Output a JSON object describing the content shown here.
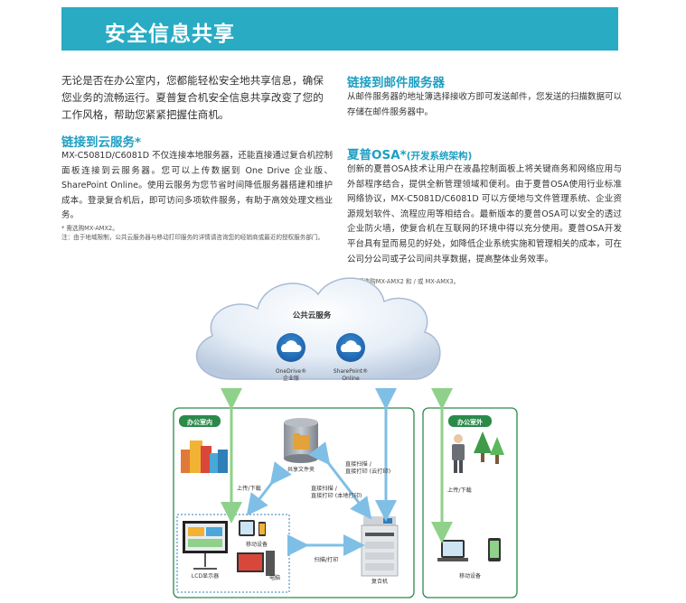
{
  "header": {
    "title": "安全信息共享"
  },
  "intro": {
    "text": "无论是否在办公室内，您都能轻松安全地共享信息，确保您业务的流畅运行。夏普复合机安全信息共享改变了您的工作风格，帮助您紧紧把握住商机。"
  },
  "cloud_section": {
    "title": "链接到云服务*",
    "body": "MX-C5081D/C6081D 不仅连接本地服务器，还能直接通过复合机控制面板连接到云服务器。您可以上传数据到 One Drive 企业版、SharePoint Online。使用云服务为您节省时间降低服务器搭建和维护成本。登录复合机后，即可访问多项软件服务，有助于高效处理文档业务。",
    "note1": "* 需选购MX-AMX2。",
    "note2": "注：由于地域限制，公共云服务器与移动打印服务的详情请咨询您的经销商或最近的授权服务部门。"
  },
  "mail_section": {
    "title": "链接到邮件服务器",
    "body": "从邮件服务器的地址簿选择接收方即可发送邮件，您发送的扫描数据可以存储在邮件服务器中。"
  },
  "osa_section": {
    "title": "夏普OSA*",
    "subtitle": "(开发系统架构)",
    "body": "创新的夏普OSA技术让用户在液晶控制面板上将关键商务和网络应用与外部程序结合，提供全新管理领域和便利。由于夏普OSA使用行业标准网络协议，MX-C5081D/C6081D 可以方便地与文件管理系统、企业资源规划软件、流程应用等相结合。最新版本的夏普OSA可以安全的透过企业防火墙，使复合机在互联网的环境中得以充分使用。夏普OSA开发平台具有显而易见的好处，如降低企业系统实施和管理相关的成本，可在公司分公司或子公司间共享数据，提高整体业务效率。",
    "note": "* 需要选购MX-AMX2 和 / 或 MX-AMX3。"
  },
  "diagram": {
    "cloud_label": "公共云服务",
    "onedrive_label_1": "OneDrive®",
    "onedrive_label_2": "企业版",
    "sharepoint_label_1": "SharePoint®",
    "sharepoint_label_2": "Online",
    "office_in_label": "办公室内",
    "office_out_label": "办公室外",
    "shared_folder_label": "共享文件夹",
    "upload_left": "上传/下载",
    "upload_right": "上传/下载",
    "direct_scan_1": "直接扫描 /",
    "direct_scan_2": "直接打印 (云打印)",
    "direct_scan_local_1": "直接扫描 /",
    "direct_scan_local_2": "直接打印 (本地打印)",
    "scan_print": "扫描/打印",
    "lcd_label": "LCD显示器",
    "mobile_label": "移动设备",
    "pc_label": "电脑",
    "mfp_label": "复合机",
    "mobile_out_label": "移动设备"
  },
  "colors": {
    "accent": "#29abc4",
    "title_blue": "#1e9fc2",
    "green_arrow": "#8fd18a",
    "blue_arrow": "#7fbfe6",
    "box_border": "#2b8a4a"
  }
}
